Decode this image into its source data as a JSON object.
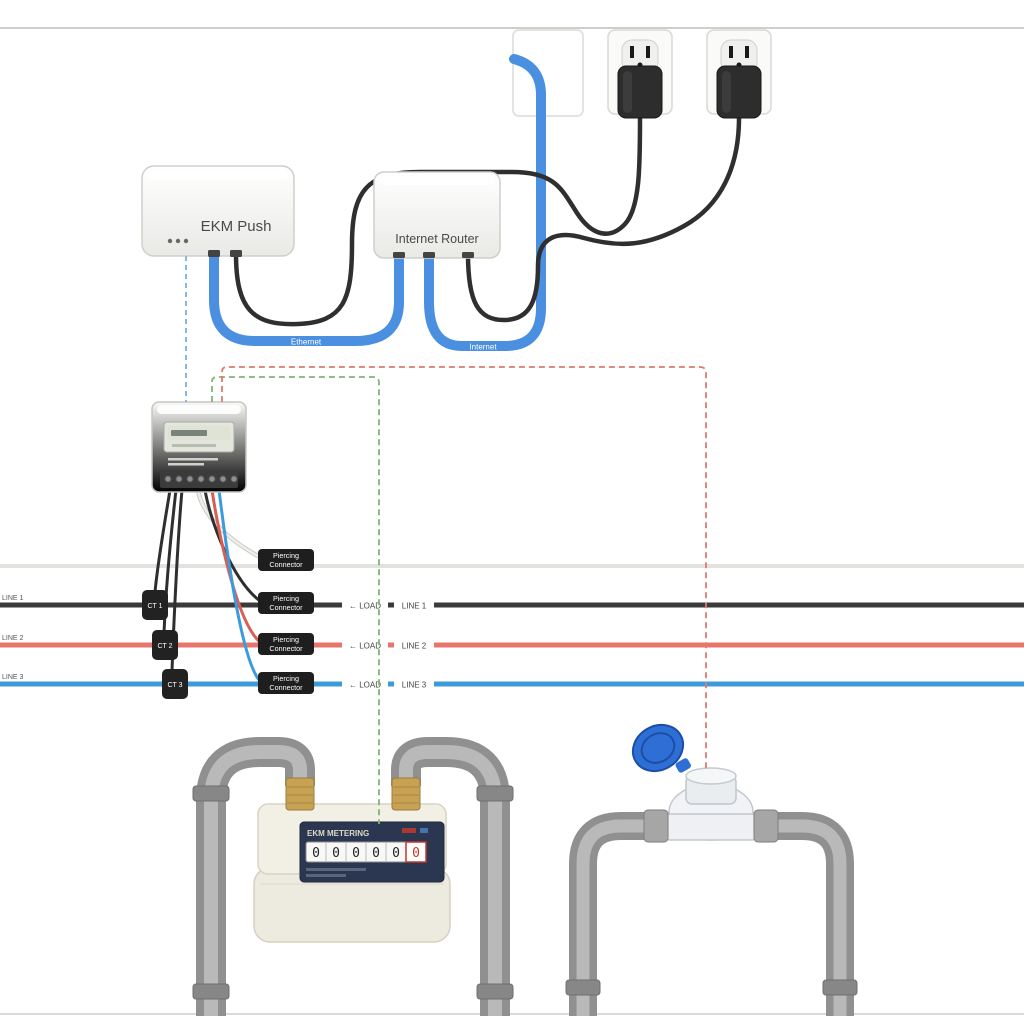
{
  "devices": {
    "ekm_push": {
      "label": "EKM Push"
    },
    "router": {
      "label": "Internet Router"
    },
    "gas_meter": {
      "brand": "EKM METERING",
      "odometer": [
        "0",
        "0",
        "0",
        "0",
        "0",
        "0"
      ]
    }
  },
  "cables": {
    "ethernet_label": "Ethernet",
    "internet_label": "Internet"
  },
  "piercing_connectors": [
    {
      "word1": "Piercing",
      "word2": "Connector"
    },
    {
      "word1": "Piercing",
      "word2": "Connector"
    },
    {
      "word1": "Piercing",
      "word2": "Connector"
    },
    {
      "word1": "Piercing",
      "word2": "Connector"
    }
  ],
  "cts": [
    {
      "label": "CT 1"
    },
    {
      "label": "CT 2"
    },
    {
      "label": "CT 3"
    }
  ],
  "power_lines": [
    {
      "edge_label": "LINE 1",
      "load_label": "← LOAD",
      "name_label": "LINE 1",
      "color": "#3a3a3a"
    },
    {
      "edge_label": "LINE 2",
      "load_label": "← LOAD",
      "name_label": "LINE 2",
      "color": "#e8756b"
    },
    {
      "edge_label": "LINE 3",
      "load_label": "← LOAD",
      "name_label": "LINE 3",
      "color": "#3d9bdb"
    }
  ],
  "colors": {
    "cable_blue": "#4a8fe0",
    "wire_black": "#2f2f2f",
    "neutral_line": "#e2e2df",
    "dash_red": "#dd7b6f",
    "dash_green": "#7fb577",
    "dash_blue": "#85b7e8",
    "pipe_gray": "#909090",
    "brass": "#c8a254",
    "water_lid_blue": "#2e6fd6"
  }
}
